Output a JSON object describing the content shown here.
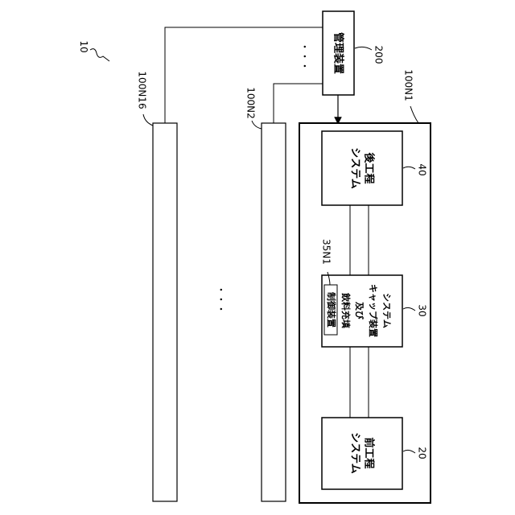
{
  "figure_ref": "10",
  "management": {
    "label": "管理装置",
    "ref": "200"
  },
  "units": {
    "n1": {
      "ref": "100N1"
    },
    "n2": {
      "ref": "100N2"
    },
    "n16": {
      "ref": "100N16"
    }
  },
  "ellipsis_top": "・・・",
  "ellipsis_mid": "・・・",
  "post_process": {
    "line1": "後工程",
    "line2": "システム",
    "ref": "40"
  },
  "filling": {
    "control": "制御装置",
    "control_ref": "35N1",
    "line1": "飲料充填",
    "line2": "及び",
    "line3": "キャップ装置",
    "line4": "システム",
    "ref": "30"
  },
  "pre_process": {
    "line1": "前工程",
    "line2": "システム",
    "ref": "20"
  }
}
